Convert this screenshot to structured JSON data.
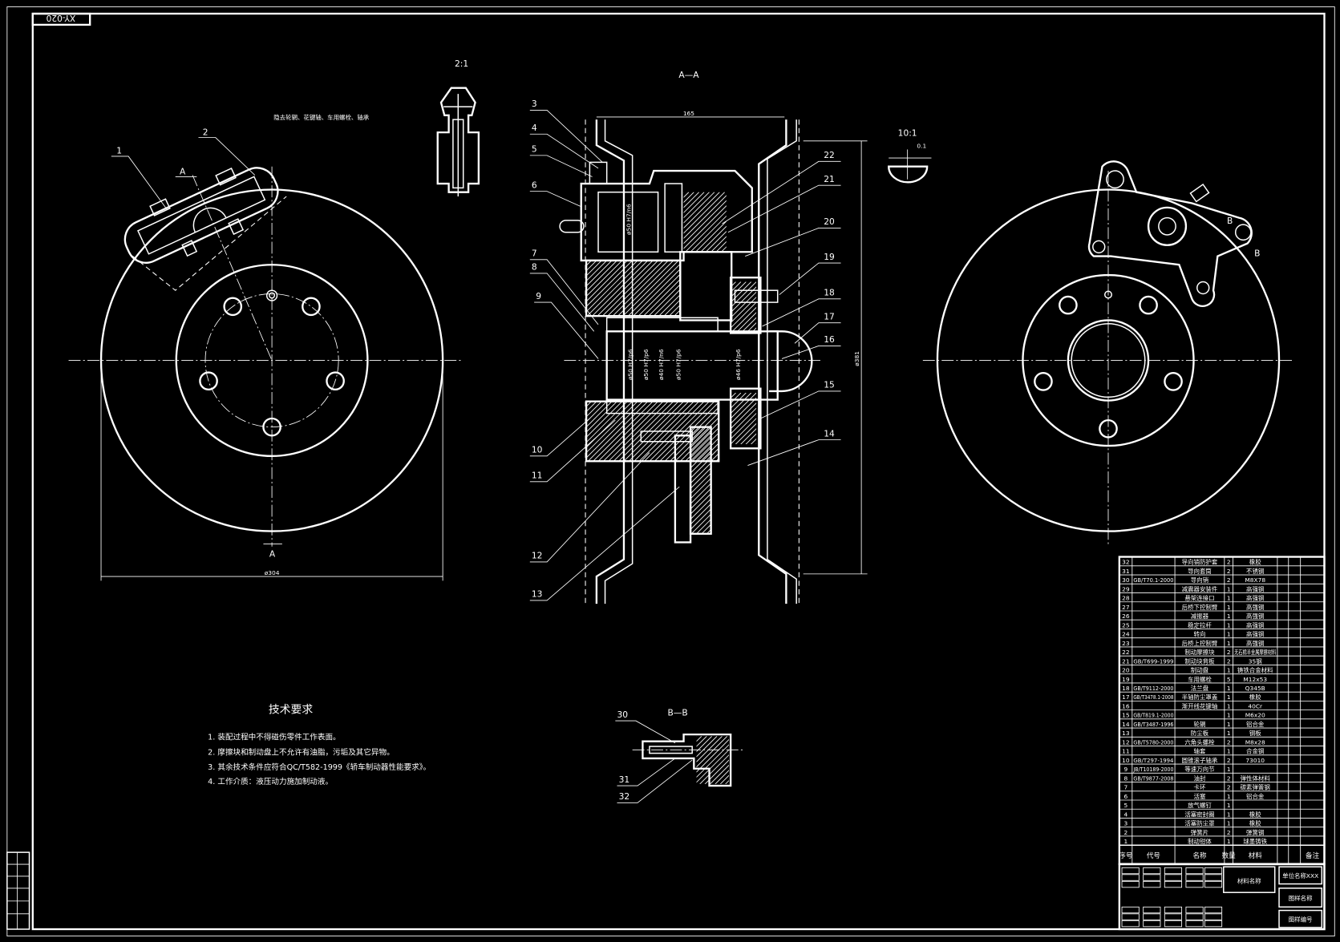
{
  "drawing": {
    "code_tag": "XY-020",
    "note_remove": "隐去轮辋、花键轴、车用螺栓、轴承",
    "scale_detail": "2:1",
    "scale_detail2": "10:1",
    "section_aa": "A—A",
    "section_bb": "B—B",
    "marker_a": "A",
    "marker_b": "B",
    "dim_disc": "ø304",
    "dim_wheel": "ø381",
    "dim_width": "165",
    "dim_detail": "0.1",
    "fits": [
      "ø50 H7/n6",
      "ø50 H7/p6",
      "ø50 H7/p6",
      "ø40 H7/n6",
      "ø50 H7/p6",
      "ø46 H7/p6"
    ]
  },
  "callouts": [
    "1",
    "2",
    "3",
    "4",
    "5",
    "6",
    "7",
    "8",
    "9",
    "10",
    "11",
    "12",
    "13",
    "14",
    "15",
    "16",
    "17",
    "18",
    "19",
    "20",
    "21",
    "22",
    "30",
    "31",
    "32"
  ],
  "tech_requirements": {
    "title": "技术要求",
    "items": [
      "1. 装配过程中不得碰伤零件工作表面。",
      "2. 摩擦块和制动盘上不允许有油脂，污垢及其它异物。",
      "3. 其余技术条件应符合QC/T582-1999《轿车制动器性能要求》。",
      "4. 工作介质：液压动力施加制动液。"
    ]
  },
  "parts_table": {
    "headers": [
      "序号",
      "代号",
      "名称",
      "数量",
      "材料",
      "",
      "",
      "备注"
    ],
    "rows": [
      {
        "no": "32",
        "code": "",
        "name": "导向销防护套",
        "qty": "2",
        "material": "橡胶"
      },
      {
        "no": "31",
        "code": "",
        "name": "导向套筒",
        "qty": "2",
        "material": "不锈钢"
      },
      {
        "no": "30",
        "code": "GB/T70.1-2000",
        "name": "导向销",
        "qty": "2",
        "material": "M8X78"
      },
      {
        "no": "29",
        "code": "",
        "name": "减震器安装件",
        "qty": "1",
        "material": "高强钢"
      },
      {
        "no": "28",
        "code": "",
        "name": "悬架连接口",
        "qty": "1",
        "material": "高强钢"
      },
      {
        "no": "27",
        "code": "",
        "name": "后桥下控制臂",
        "qty": "1",
        "material": "高强钢"
      },
      {
        "no": "26",
        "code": "",
        "name": "减振器",
        "qty": "1",
        "material": "高强钢"
      },
      {
        "no": "25",
        "code": "",
        "name": "稳定拉杆",
        "qty": "1",
        "material": "高强钢"
      },
      {
        "no": "24",
        "code": "",
        "name": "转向",
        "qty": "1",
        "material": "高强钢"
      },
      {
        "no": "23",
        "code": "",
        "name": "后桥上控制臂",
        "qty": "1",
        "material": "高强钢"
      },
      {
        "no": "22",
        "code": "",
        "name": "制动摩擦块",
        "qty": "2",
        "material": "无石棉半金属摩擦材料"
      },
      {
        "no": "21",
        "code": "GB/T699-1999",
        "name": "制动块背板",
        "qty": "2",
        "material": "35钢"
      },
      {
        "no": "20",
        "code": "",
        "name": "制动盘",
        "qty": "1",
        "material": "铸铁合金材料"
      },
      {
        "no": "19",
        "code": "",
        "name": "车用螺栓",
        "qty": "5",
        "material": "M12x53"
      },
      {
        "no": "18",
        "code": "GB/T9112-2000",
        "name": "法兰盘",
        "qty": "1",
        "material": "Q345B"
      },
      {
        "no": "17",
        "code": "GB/T3478.1-2008",
        "name": "半轴防尘罩盖",
        "qty": "1",
        "material": "橡胶"
      },
      {
        "no": "16",
        "code": "",
        "name": "渐开线花键轴",
        "qty": "1",
        "material": "40Cr"
      },
      {
        "no": "15",
        "code": "GB/T819.1-2000",
        "name": "",
        "qty": "1",
        "material": "M6x20"
      },
      {
        "no": "14",
        "code": "GB/T3487-1996",
        "name": "轮辋",
        "qty": "1",
        "material": "铝合金"
      },
      {
        "no": "13",
        "code": "",
        "name": "防尘板",
        "qty": "1",
        "material": "钢板"
      },
      {
        "no": "12",
        "code": "GB/T5780-2000",
        "name": "六角头螺栓",
        "qty": "2",
        "material": "M8x28"
      },
      {
        "no": "11",
        "code": "",
        "name": "轴套",
        "qty": "1",
        "material": "合金钢"
      },
      {
        "no": "10",
        "code": "GB/T297-1994",
        "name": "圆锥滚子轴承",
        "qty": "2",
        "material": "73010"
      },
      {
        "no": "9",
        "code": "JB/T10189-2000",
        "name": "等速万向节",
        "qty": "1",
        "material": ""
      },
      {
        "no": "8",
        "code": "GB/T9877-2008",
        "name": "油封",
        "qty": "2",
        "material": "弹性体材料"
      },
      {
        "no": "7",
        "code": "",
        "name": "卡环",
        "qty": "2",
        "material": "碳素弹簧钢"
      },
      {
        "no": "6",
        "code": "",
        "name": "活塞",
        "qty": "1",
        "material": "铝合金"
      },
      {
        "no": "5",
        "code": "",
        "name": "放气螺钉",
        "qty": "1",
        "material": ""
      },
      {
        "no": "4",
        "code": "",
        "name": "活塞密封圈",
        "qty": "1",
        "material": "橡胶"
      },
      {
        "no": "3",
        "code": "",
        "name": "活塞防尘罩",
        "qty": "1",
        "material": "橡胶"
      },
      {
        "no": "2",
        "code": "",
        "name": "弹簧片",
        "qty": "2",
        "material": "弹簧钢"
      },
      {
        "no": "1",
        "code": "",
        "name": "制动钳体",
        "qty": "1",
        "material": "球墨铸铁"
      }
    ]
  },
  "title_block": {
    "material_name": "材料名称",
    "company": "单位名称XXX",
    "drawing_name": "图样名称",
    "drawing_number": "图样编号"
  }
}
